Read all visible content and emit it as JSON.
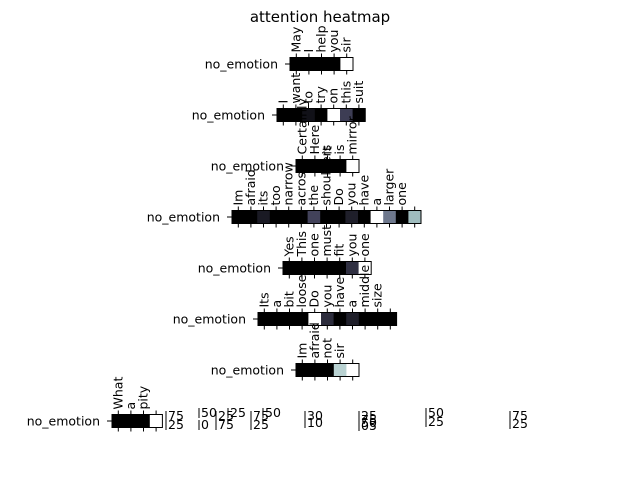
{
  "chart_data": {
    "type": "heatmap",
    "title": "attention heatmap",
    "colormap": "bone",
    "rows": [
      {
        "label": "no_emotion",
        "tokens": [
          "May",
          "I",
          "help",
          "you",
          "sir"
        ],
        "values": [
          0.0,
          0.0,
          0.0,
          0.0,
          1.0
        ]
      },
      {
        "label": "no_emotion",
        "tokens": [
          "I",
          "want",
          "to",
          "try",
          "on",
          "this",
          "suit"
        ],
        "values": [
          0.0,
          0.0,
          0.08,
          0.0,
          1.0,
          0.28,
          0.0
        ]
      },
      {
        "label": "no_emotion",
        "tokens": [
          "Certainly",
          "Here",
          "it",
          "is",
          "mirror"
        ],
        "values": [
          0.0,
          0.0,
          0.0,
          0.0,
          1.0
        ]
      },
      {
        "label": "no_emotion",
        "tokens": [
          "Im",
          "afraid",
          "its",
          "too",
          "narrow",
          "across",
          "the",
          "shoulders",
          "Do",
          "you",
          "have",
          "a",
          "larger",
          "one"
        ],
        "values": [
          0.0,
          0.0,
          0.12,
          0.0,
          0.0,
          0.0,
          0.3,
          0.0,
          0.0,
          0.14,
          0.0,
          1.0,
          0.5,
          0.0,
          0.72
        ]
      },
      {
        "label": "no_emotion",
        "tokens": [
          "Yes",
          "This",
          "one",
          "must",
          "fit",
          "you",
          "one"
        ],
        "values": [
          0.0,
          0.0,
          0.0,
          0.0,
          0.0,
          0.22,
          1.0
        ]
      },
      {
        "label": "no_emotion",
        "tokens": [
          "Its",
          "a",
          "bit",
          "loose",
          "Do",
          "you",
          "have",
          "a",
          "middle",
          "size"
        ],
        "values": [
          0.0,
          0.0,
          0.0,
          0.0,
          1.0,
          0.2,
          0.0,
          0.14,
          0.0,
          0.0,
          0.0
        ]
      },
      {
        "label": "no_emotion",
        "tokens": [
          "Im",
          "afraid",
          "not",
          "sir"
        ],
        "values": [
          0.0,
          0.0,
          0.0,
          0.8,
          1.0
        ]
      },
      {
        "label": "no_emotion",
        "tokens": [
          "What",
          "a",
          "pity"
        ],
        "values": [
          0.0,
          0.0,
          0.0,
          1.0
        ]
      }
    ],
    "bottom_ticks": [
      "75",
      "25",
      "50",
      "0",
      "25",
      "75",
      "25",
      "75",
      "25",
      "50",
      "30",
      "10",
      "25",
      "50",
      "75",
      "05",
      "50",
      "25",
      "75",
      "25"
    ]
  }
}
